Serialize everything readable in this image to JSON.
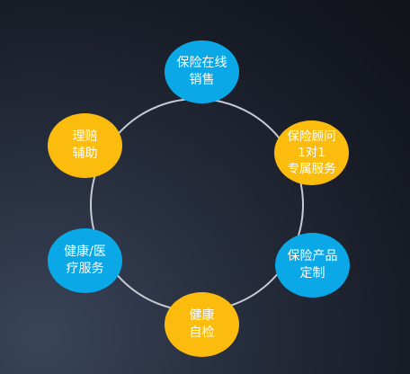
{
  "diagram": {
    "nodes": [
      {
        "id": "online-sales",
        "label": "保险在线\n销售",
        "color": "#0aa8e6"
      },
      {
        "id": "advisor",
        "label": "保险顾问\n1对1\n专属服务",
        "color": "#fbbc0d"
      },
      {
        "id": "custom-product",
        "label": "保险产品\n定制",
        "color": "#0aa8e6"
      },
      {
        "id": "health-check",
        "label": "健康\n自检",
        "color": "#fbbc0d"
      },
      {
        "id": "health-medical",
        "label": "健康/医\n疗服务",
        "color": "#0aa8e6"
      },
      {
        "id": "claims",
        "label": "理赔\n辅助",
        "color": "#fbbc0d"
      }
    ],
    "ring_color": "#c7ccd4"
  }
}
